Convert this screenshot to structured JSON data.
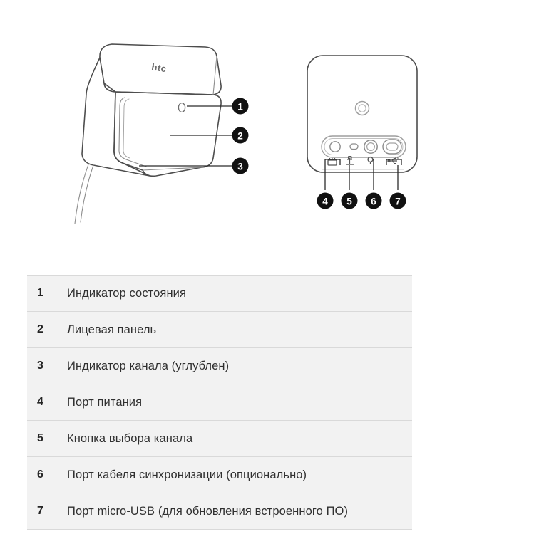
{
  "illustration": {
    "left_device": {
      "name": "htc-base-station-front-view",
      "brand_logo": "htc",
      "callouts": [
        {
          "number": "1",
          "target": "status-led"
        },
        {
          "number": "2",
          "target": "front-panel"
        },
        {
          "number": "3",
          "target": "channel-indicator"
        }
      ]
    },
    "right_device": {
      "name": "htc-base-station-back-view",
      "callouts": [
        {
          "number": "4",
          "icon": "power-plug-icon",
          "target": "power-port"
        },
        {
          "number": "5",
          "icon": "channel-button-icon",
          "target": "channel-button"
        },
        {
          "number": "6",
          "icon": "sync-port-icon",
          "target": "sync-cable-port"
        },
        {
          "number": "7",
          "icon": "usb-icon",
          "target": "micro-usb-port"
        }
      ]
    }
  },
  "parts_table": {
    "rows": [
      {
        "number": "1",
        "label": "Индикатор состояния"
      },
      {
        "number": "2",
        "label": "Лицевая панель"
      },
      {
        "number": "3",
        "label": "Индикатор канала (углублен)"
      },
      {
        "number": "4",
        "label": "Порт питания"
      },
      {
        "number": "5",
        "label": "Кнопка выбора канала"
      },
      {
        "number": "6",
        "label": "Порт кабеля синхронизации (опционально)"
      },
      {
        "number": "7",
        "label": "Порт micro-USB (для обновления встроенного ПО)"
      }
    ]
  },
  "colors": {
    "badge_fill": "#111111",
    "badge_text": "#ffffff",
    "outline": "#4d4d4d",
    "table_bg": "#f2f2f2",
    "table_border": "#d9d9d9",
    "text": "#303030"
  }
}
